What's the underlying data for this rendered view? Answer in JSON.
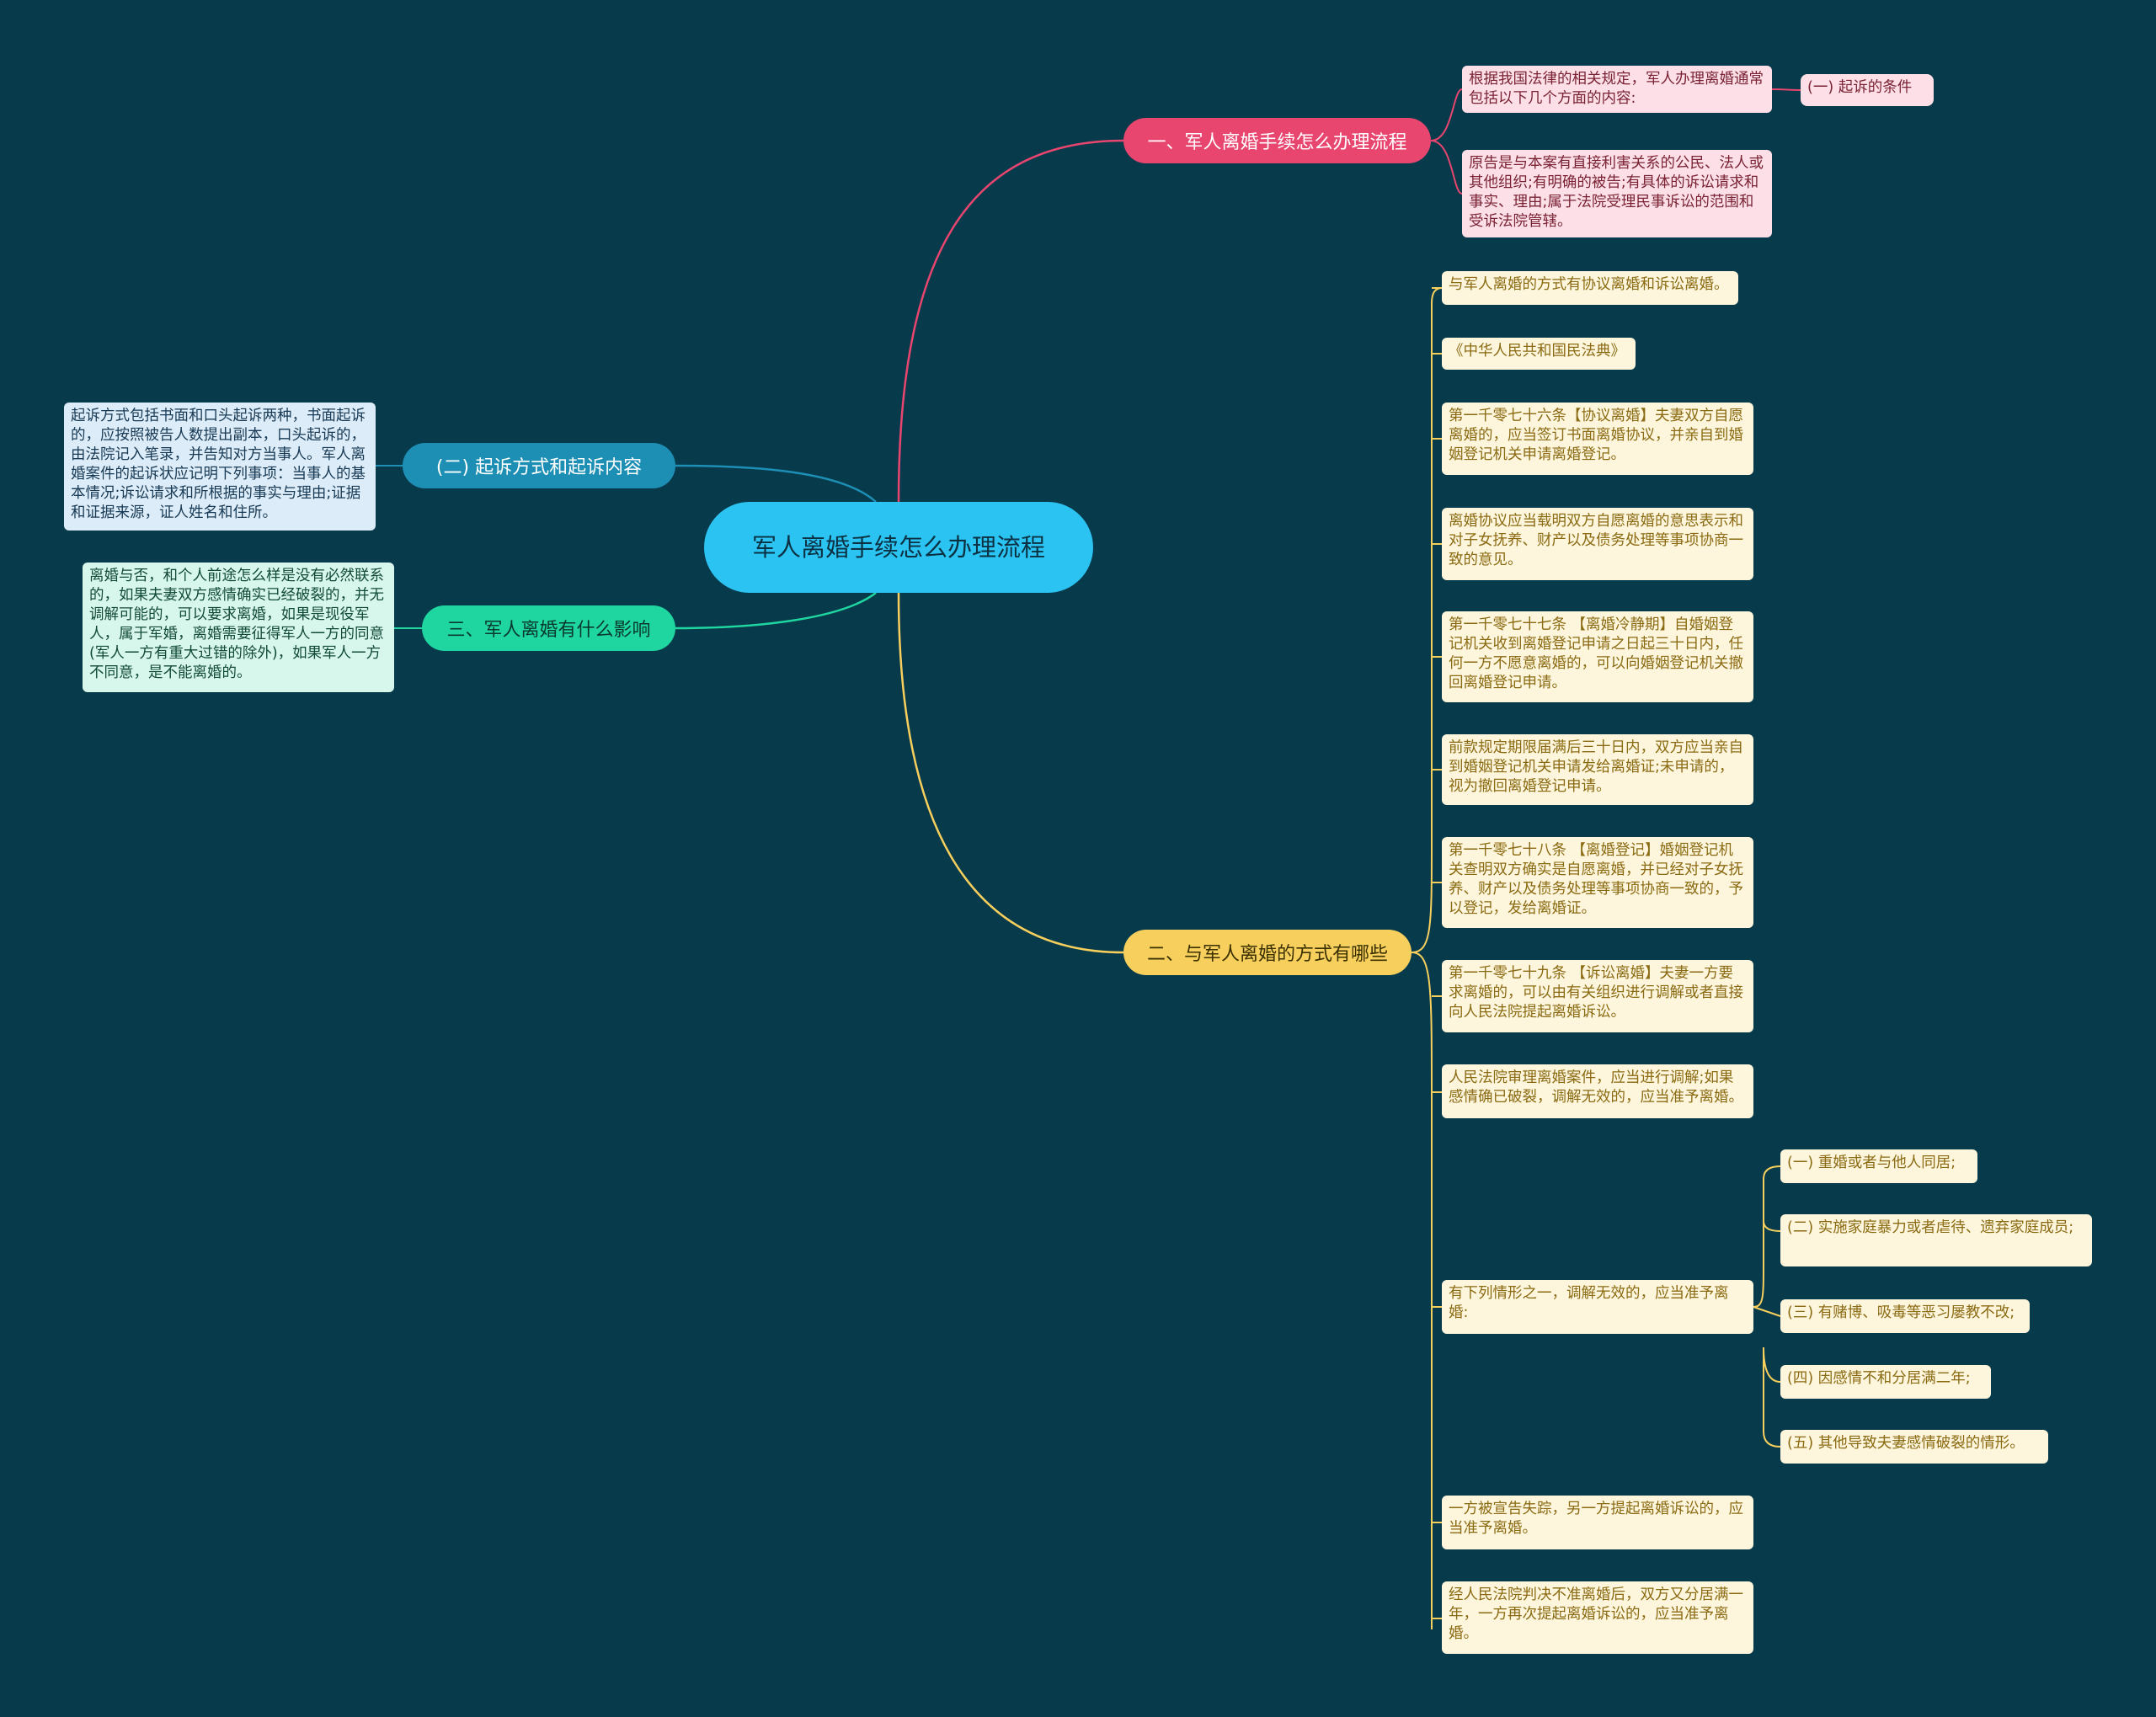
{
  "root": "军人离婚手续怎么办理流程",
  "branch1": {
    "label": "一、军人离婚手续怎么办理流程",
    "intro": "根据我国法律的相关规定，军人办理离婚通常包括以下几个方面的内容:",
    "condition": "(一) 起诉的条件",
    "plaintiff": "原告是与本案有直接利害关系的公民、法人或其他组织;有明确的被告;有具体的诉讼请求和事实、理由;属于法院受理民事诉讼的范围和受诉法院管辖。"
  },
  "branch2": {
    "label": "二、与军人离婚的方式有哪些",
    "items": [
      "与军人离婚的方式有协议离婚和诉讼离婚。",
      "《中华人民共和国民法典》",
      "第一千零七十六条【协议离婚】夫妻双方自愿离婚的，应当签订书面离婚协议，并亲自到婚姻登记机关申请离婚登记。",
      "离婚协议应当载明双方自愿离婚的意思表示和对子女抚养、财产以及债务处理等事项协商一致的意见。",
      "第一千零七十七条 【离婚冷静期】自婚姻登记机关收到离婚登记申请之日起三十日内，任何一方不愿意离婚的，可以向婚姻登记机关撤回离婚登记申请。",
      "前款规定期限届满后三十日内，双方应当亲自到婚姻登记机关申请发给离婚证;未申请的，视为撤回离婚登记申请。",
      "第一千零七十八条 【离婚登记】婚姻登记机关查明双方确实是自愿离婚，并已经对子女抚养、财产以及债务处理等事项协商一致的，予以登记，发给离婚证。",
      "第一千零七十九条 【诉讼离婚】夫妻一方要求离婚的，可以由有关组织进行调解或者直接向人民法院提起离婚诉讼。",
      "人民法院审理离婚案件，应当进行调解;如果感情确已破裂，调解无效的，应当准予离婚。",
      "有下列情形之一，调解无效的，应当准予离婚:",
      "一方被宣告失踪，另一方提起离婚诉讼的，应当准予离婚。",
      "经人民法院判决不准离婚后，双方又分居满一年，一方再次提起离婚诉讼的，应当准予离婚。"
    ],
    "situations": [
      "(一) 重婚或者与他人同居;",
      "(二) 实施家庭暴力或者虐待、遗弃家庭成员;",
      "(三) 有赌博、吸毒等恶习屡教不改;",
      "(四) 因感情不和分居满二年;",
      "(五) 其他导致夫妻感情破裂的情形。"
    ]
  },
  "branch3": {
    "label": "(二) 起诉方式和起诉内容",
    "detail": "起诉方式包括书面和口头起诉两种，书面起诉的，应按照被告人数提出副本，口头起诉的，由法院记入笔录，并告知对方当事人。军人离婚案件的起诉状应记明下列事项：当事人的基本情况;诉讼请求和所根据的事实与理由;证据和证据来源，证人姓名和住所。"
  },
  "branch4": {
    "label": "三、军人离婚有什么影响",
    "detail": "离婚与否，和个人前途怎么样是没有必然联系的，如果夫妻双方感情确实已经破裂的，并无调解可能的，可以要求离婚，如果是现役军人，属于军婚，离婚需要征得军人一方的同意(军人一方有重大过错的除外)，如果军人一方不同意，是不能离婚的。"
  },
  "colors": {
    "background": "#073a4b",
    "root": "#2bc3f2",
    "branch1": "#e8456f",
    "branch2": "#f7cf5c",
    "branch3": "#1d8fb5",
    "branch4": "#1fd6a1"
  }
}
